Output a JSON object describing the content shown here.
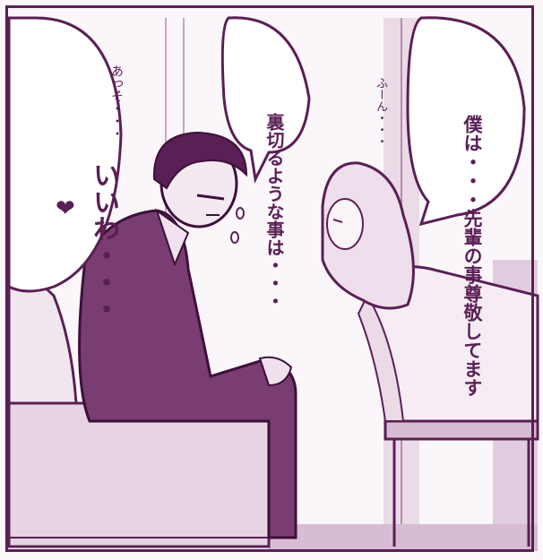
{
  "speech": {
    "kohai_line": [
      "僕は・・・",
      "先輩の事",
      "尊敬してます"
    ],
    "senpai_line": [
      "裏切る",
      "ような",
      "事は・・・"
    ],
    "woman_line": [
      "いいわ・・・"
    ],
    "heart": "❤"
  },
  "sfx": {
    "aa_sou": "あっそ・・・",
    "fuun": "ふーん・・・"
  },
  "colors": {
    "ink": "#5a1f55",
    "tone": "#a66b9c",
    "paper": "#fbf6fa"
  }
}
